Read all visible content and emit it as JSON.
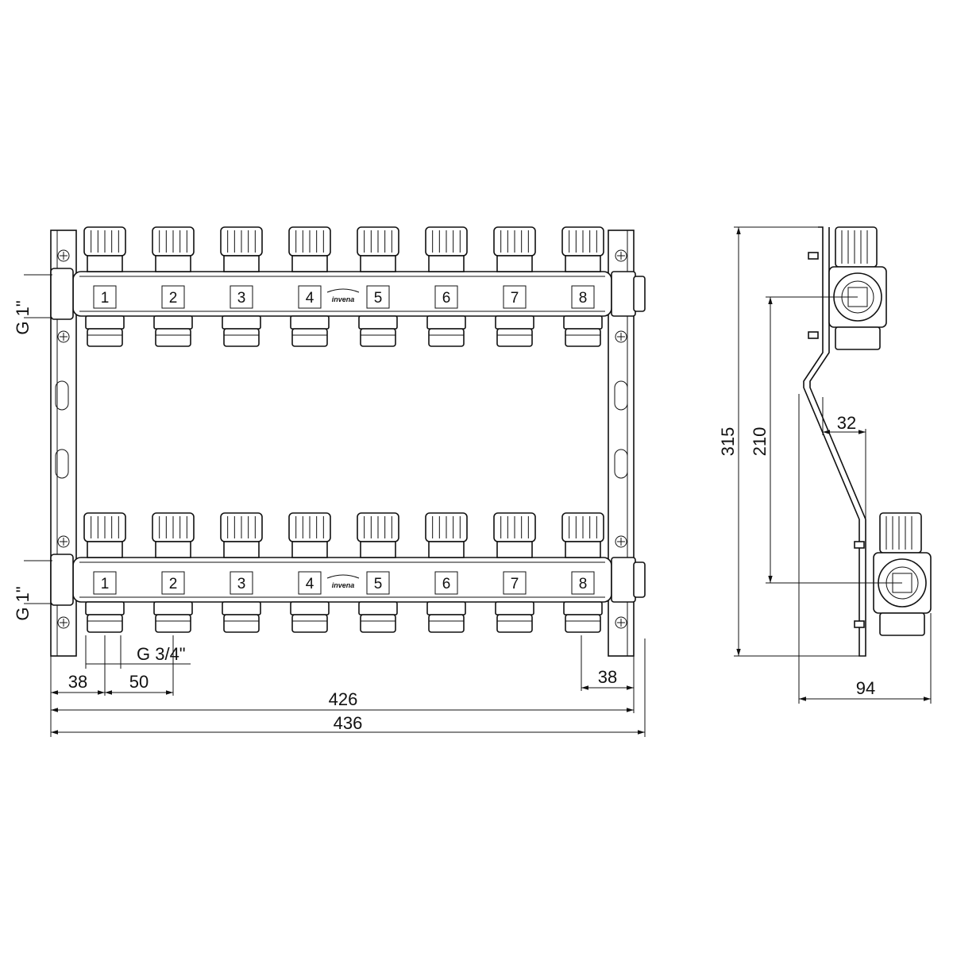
{
  "drawing": {
    "port_numbers": [
      "1",
      "2",
      "3",
      "4",
      "5",
      "6",
      "7",
      "8"
    ],
    "brand_logo": "invena",
    "thread_main": "G 1\"",
    "thread_outlet": "G 3/4\"",
    "dimensions": {
      "end_offset_left": "38",
      "outlet_pitch": "50",
      "end_offset_right": "38",
      "rail_length": "426",
      "total_length": "436",
      "height_total": "315",
      "manifold_spacing": "210",
      "offset_depth": "32",
      "depth_total": "94"
    }
  }
}
